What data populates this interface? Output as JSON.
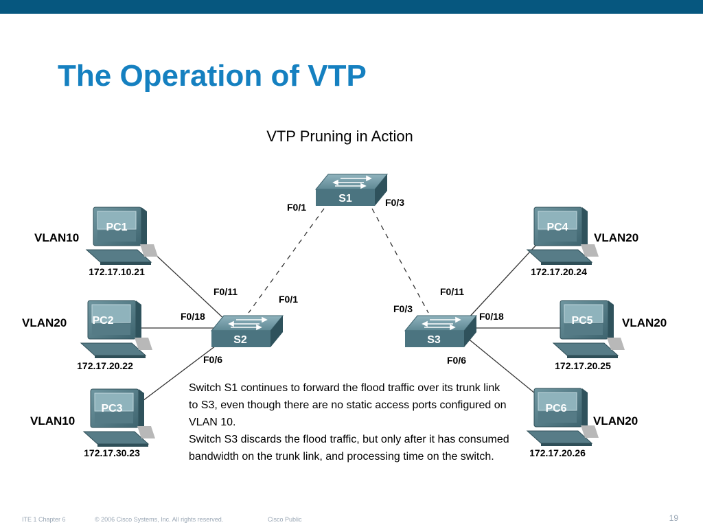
{
  "slide": {
    "title": "The Operation of VTP",
    "page_number": "19",
    "colors": {
      "top_bar": "#06577f",
      "title": "#1580c0"
    }
  },
  "diagram": {
    "title": "VTP Pruning in Action",
    "switches": [
      {
        "id": "S1",
        "label": "S1"
      },
      {
        "id": "S2",
        "label": "S2"
      },
      {
        "id": "S3",
        "label": "S3"
      }
    ],
    "pcs": [
      {
        "id": "PC1",
        "label": "PC1",
        "vlan": "VLAN10",
        "ip": "172.17.10.21"
      },
      {
        "id": "PC2",
        "label": "PC2",
        "vlan": "VLAN20",
        "ip": "172.17.20.22"
      },
      {
        "id": "PC3",
        "label": "PC3",
        "vlan": "VLAN10",
        "ip": "172.17.30.23"
      },
      {
        "id": "PC4",
        "label": "PC4",
        "vlan": "VLAN20",
        "ip": "172.17.20.24"
      },
      {
        "id": "PC5",
        "label": "PC5",
        "vlan": "VLAN20",
        "ip": "172.17.20.25"
      },
      {
        "id": "PC6",
        "label": "PC6",
        "vlan": "VLAN20",
        "ip": "172.17.20.26"
      }
    ],
    "ports": {
      "s1_left": "F0/1",
      "s1_right": "F0/3",
      "s2_pc1": "F0/11",
      "s2_trunk": "F0/1",
      "s2_pc2": "F0/18",
      "s2_pc3": "F0/6",
      "s3_pc4": "F0/11",
      "s3_trunk": "F0/3",
      "s3_pc5": "F0/18",
      "s3_pc6": "F0/6"
    },
    "explanation": [
      "Switch S1 continues to forward the flood traffic over its trunk link to S3, even though there are no static access ports configured on VLAN 10.",
      "Switch S3 discards the flood traffic, but only after it has consumed bandwidth on the trunk link, and processing time on the switch."
    ]
  },
  "footer": {
    "course": "ITE 1 Chapter 6",
    "copyright": "© 2006 Cisco Systems, Inc. All rights reserved.",
    "classification": "Cisco Public"
  }
}
